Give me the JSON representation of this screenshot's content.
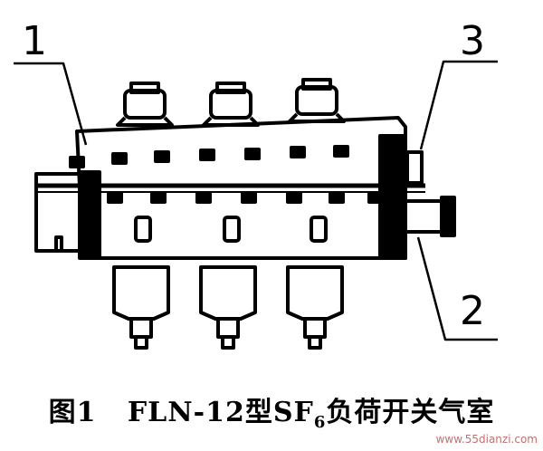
{
  "labels": {
    "l1": "1",
    "l2": "2",
    "l3": "3"
  },
  "caption": {
    "fig": "图1",
    "model": "FLN-12型SF",
    "sub": "6",
    "rest": "负荷开关气室"
  },
  "watermark": "www.55dianzi.com"
}
